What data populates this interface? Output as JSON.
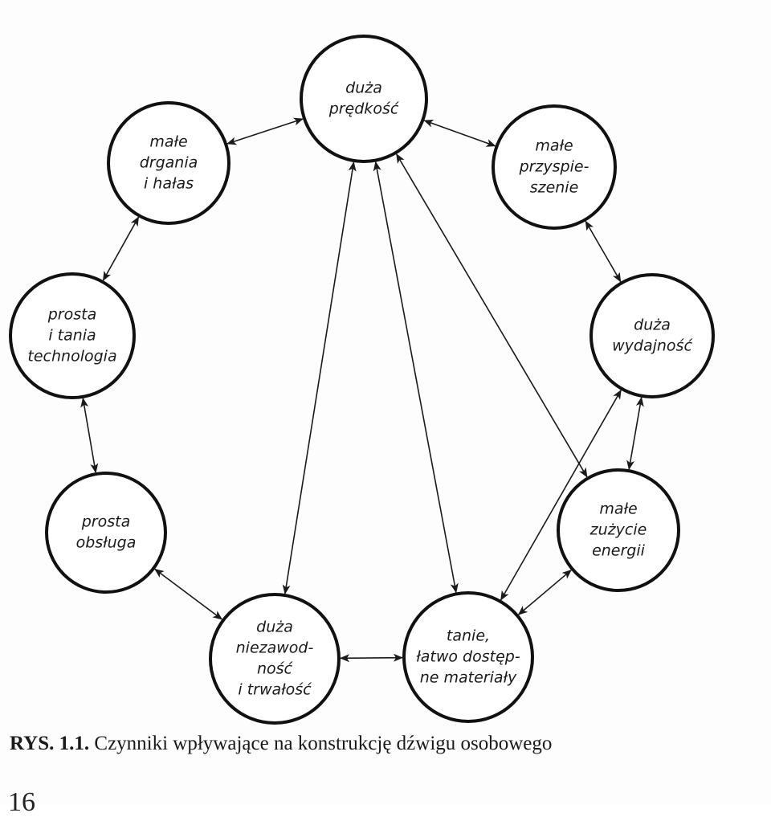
{
  "nodes": [
    {
      "id": "duza-predkosc",
      "lines": [
        "duża",
        "prędkość"
      ]
    },
    {
      "id": "male-przyspieszenie",
      "lines": [
        "małe",
        "przyspie-",
        "szenie"
      ]
    },
    {
      "id": "duza-wydajnosc",
      "lines": [
        "duża",
        "wydajność"
      ]
    },
    {
      "id": "male-zuzycie-energii",
      "lines": [
        "małe",
        "zużycie",
        "energii"
      ]
    },
    {
      "id": "tanie-materialy",
      "lines": [
        "tanie,",
        "łatwo dostęp-",
        "ne materiały"
      ]
    },
    {
      "id": "duza-niezawodnosc",
      "lines": [
        "duża",
        "niezawod-",
        "ność",
        "i trwałość"
      ]
    },
    {
      "id": "prosta-obsluga",
      "lines": [
        "prosta",
        "obsługa"
      ]
    },
    {
      "id": "prosta-technologia",
      "lines": [
        "prosta",
        "i tania",
        "technologia"
      ]
    },
    {
      "id": "male-drgania",
      "lines": [
        "małe",
        "drgania",
        "i hałas"
      ]
    }
  ],
  "connections": [
    [
      "duza-predkosc",
      "male-przyspieszenie"
    ],
    [
      "duza-predkosc",
      "male-drgania"
    ],
    [
      "duza-predkosc",
      "duza-niezawodnosc"
    ],
    [
      "duza-predkosc",
      "tanie-materialy"
    ],
    [
      "duza-predkosc",
      "male-zuzycie-energii"
    ],
    [
      "male-przyspieszenie",
      "duza-wydajnosc"
    ],
    [
      "duza-wydajnosc",
      "male-zuzycie-energii"
    ],
    [
      "duza-wydajnosc",
      "tanie-materialy"
    ],
    [
      "male-zuzycie-energii",
      "tanie-materialy"
    ],
    [
      "tanie-materialy",
      "duza-niezawodnosc"
    ],
    [
      "duza-niezawodnosc",
      "prosta-obsluga"
    ],
    [
      "prosta-obsluga",
      "prosta-technologia"
    ],
    [
      "prosta-technologia",
      "male-drgania"
    ]
  ],
  "caption": {
    "lead": "RYS. 1.1.",
    "text": " Czynniki wpływające na konstrukcję dźwigu osobowego"
  },
  "page_number": "16"
}
